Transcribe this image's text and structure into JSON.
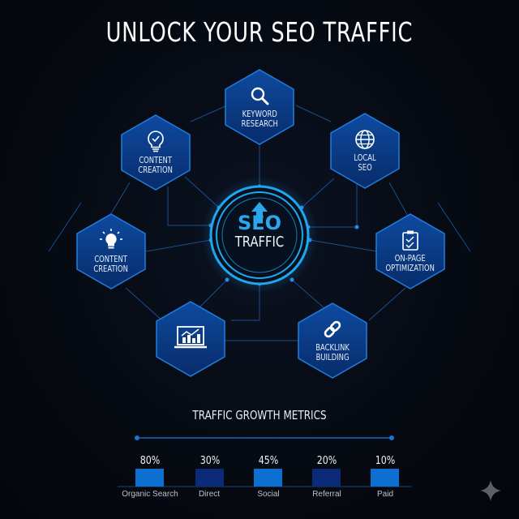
{
  "title": "UNLOCK YOUR SEO TRAFFIC",
  "center": {
    "top": "SEO",
    "bottom": "TRAFFIC",
    "icon": "arrow-up-icon"
  },
  "nodes": [
    {
      "id": "keyword-research",
      "label": "KEYWORD\nRESEARCH",
      "icon": "search-icon"
    },
    {
      "id": "content-creation-top",
      "label": "CONTENT\nCREATION",
      "icon": "lightbulb-check-icon"
    },
    {
      "id": "local-seo",
      "label": "LOCAL\nSEO",
      "icon": "globe-icon"
    },
    {
      "id": "content-creation-left",
      "label": "CONTENT\nCREATION",
      "icon": "lightbulb-icon"
    },
    {
      "id": "on-page-optimization",
      "label": "ON-PAGE\nOPTIMIZATION",
      "icon": "clipboard-check-icon"
    },
    {
      "id": "analytics",
      "label": "",
      "icon": "laptop-chart-icon"
    },
    {
      "id": "backlink-building",
      "label": "BACKLINK\nBUILDING",
      "icon": "link-icon"
    }
  ],
  "metrics": {
    "title": "TRAFFIC GROWTH METRICS"
  },
  "chart_data": {
    "type": "bar",
    "title": "TRAFFIC GROWTH METRICS",
    "categories": [
      "Organic Search",
      "Direct",
      "Social",
      "Referral",
      "Paid"
    ],
    "values": [
      80,
      30,
      45,
      20,
      10
    ],
    "value_labels": [
      "80%",
      "30%",
      "45%",
      "20%",
      "10%"
    ],
    "colors": [
      "#0d6fd0",
      "#0b2a78",
      "#0d6fd0",
      "#0b2a78",
      "#0d6fd0"
    ],
    "xlabel": "",
    "ylabel": "",
    "note": "bars rendered at equal heights in source image",
    "grid": false,
    "legend": "none"
  },
  "colors": {
    "background": "#05080f",
    "hex_fill": "#0a3a85",
    "hex_border": "#1f7fe0",
    "accent": "#2aa6ec",
    "line": "#1a4f8f"
  },
  "watermark": {
    "icon": "sparkle-icon"
  }
}
